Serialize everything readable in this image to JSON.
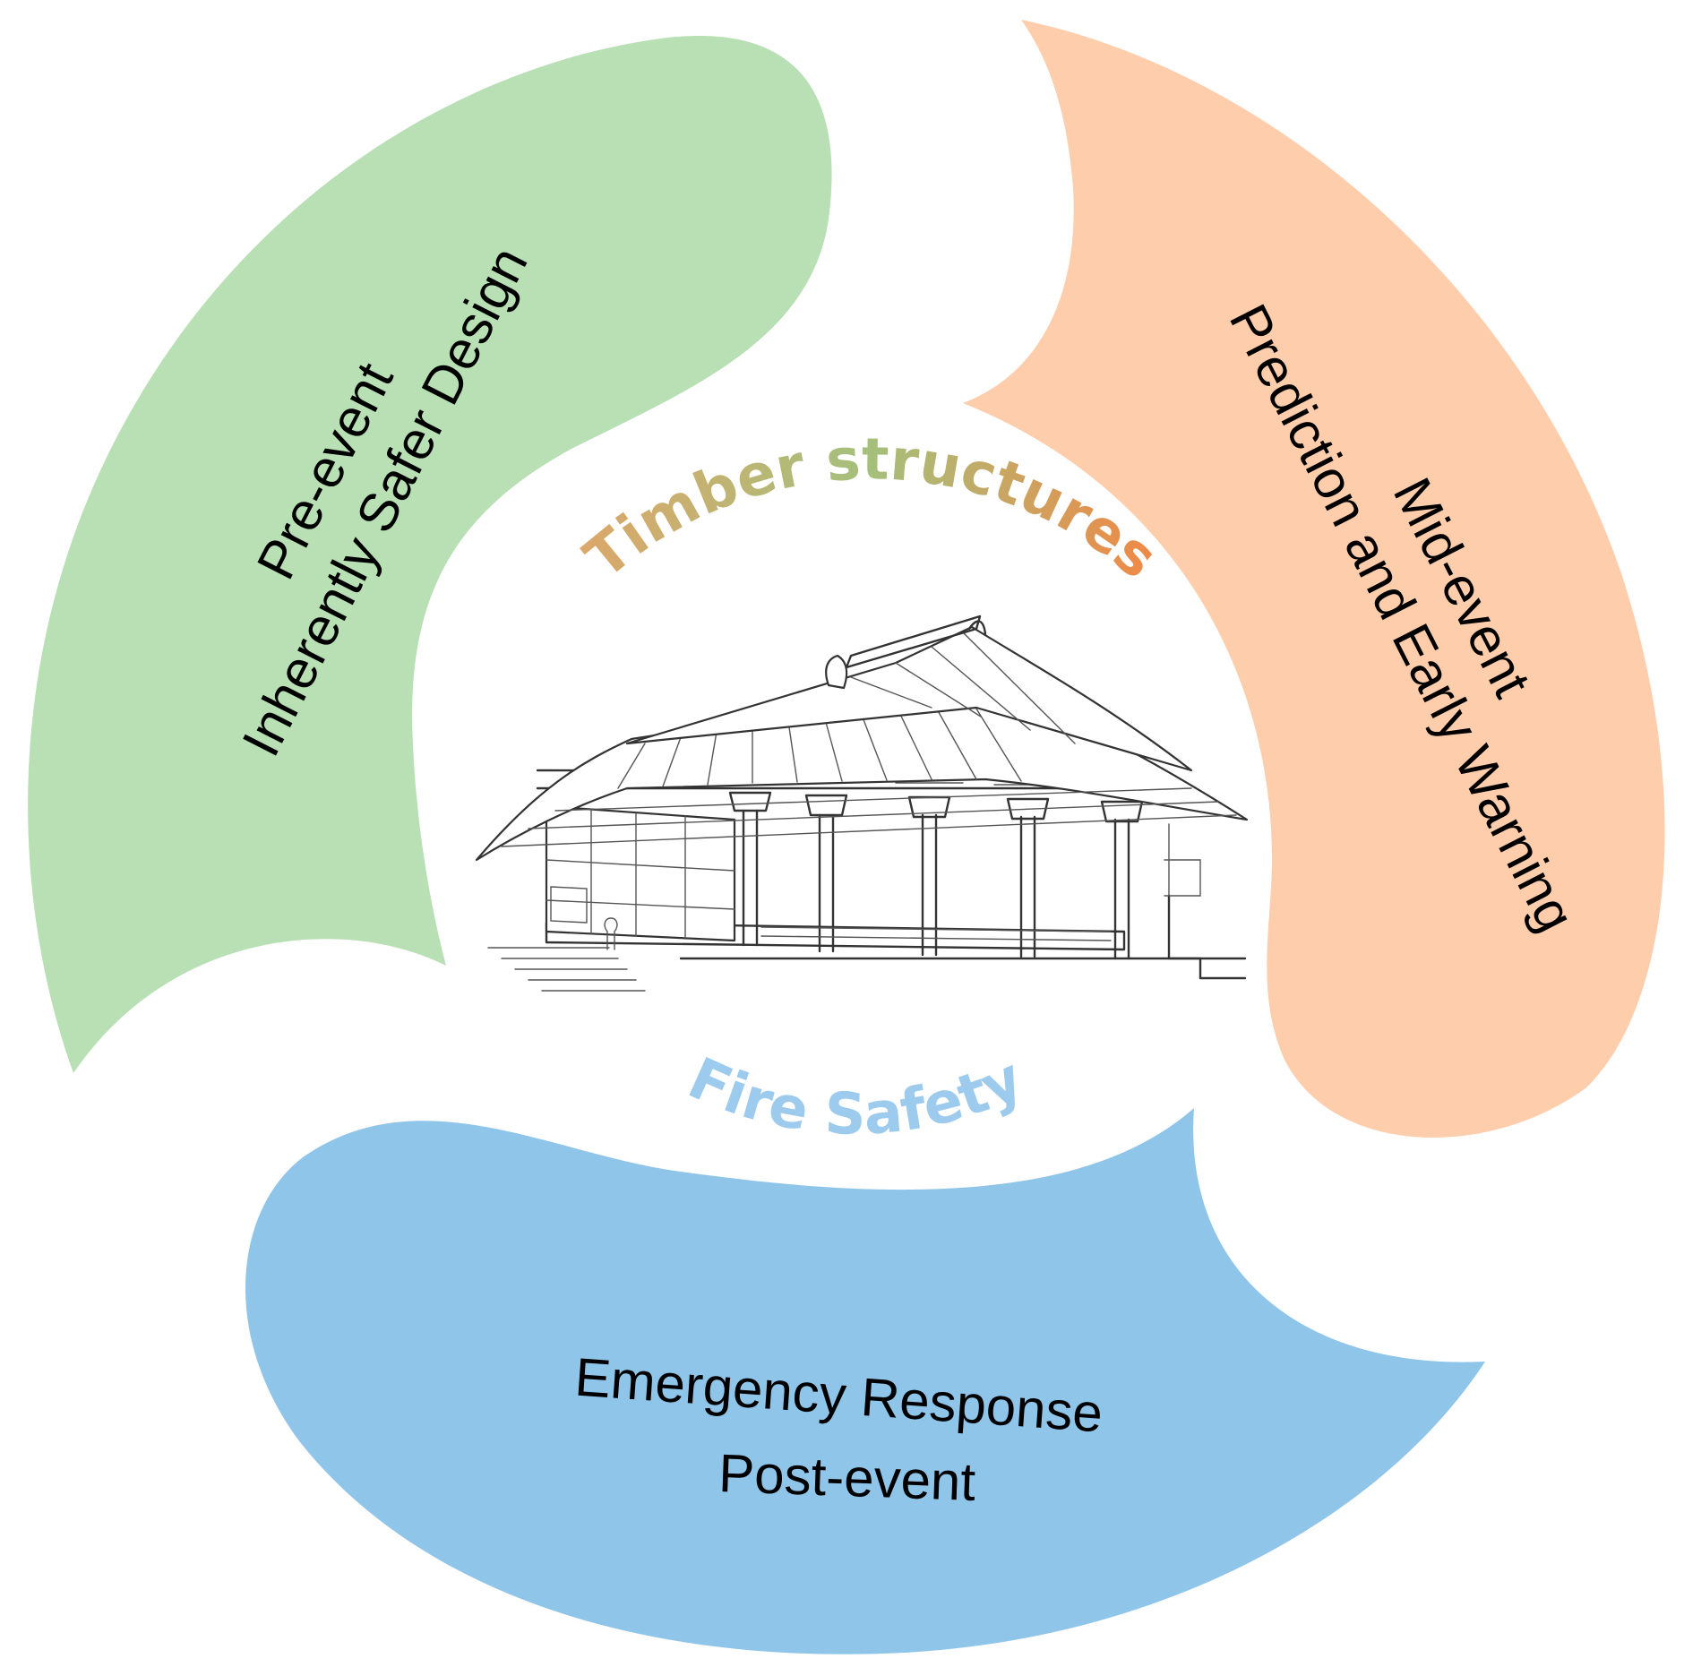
{
  "center": {
    "title": "Timber structures",
    "subtitle": "Fire Safety",
    "illustration_icon": "timber-temple-drawing"
  },
  "segments": [
    {
      "id": "pre",
      "lines": [
        "Pre-event",
        "Inherently Safer Design"
      ],
      "color": "#b9e0b5"
    },
    {
      "id": "mid",
      "lines": [
        "Mid-event",
        "Prediction and Early Warning"
      ],
      "color": "#fecdac"
    },
    {
      "id": "post",
      "lines": [
        "Emergency Response",
        "Post-event"
      ],
      "color": "#90c5ea"
    }
  ],
  "colors": {
    "title_gradient": [
      "#d9a86a",
      "#a4c07c",
      "#ee8a48"
    ],
    "subtitle": "#9dcbee"
  }
}
